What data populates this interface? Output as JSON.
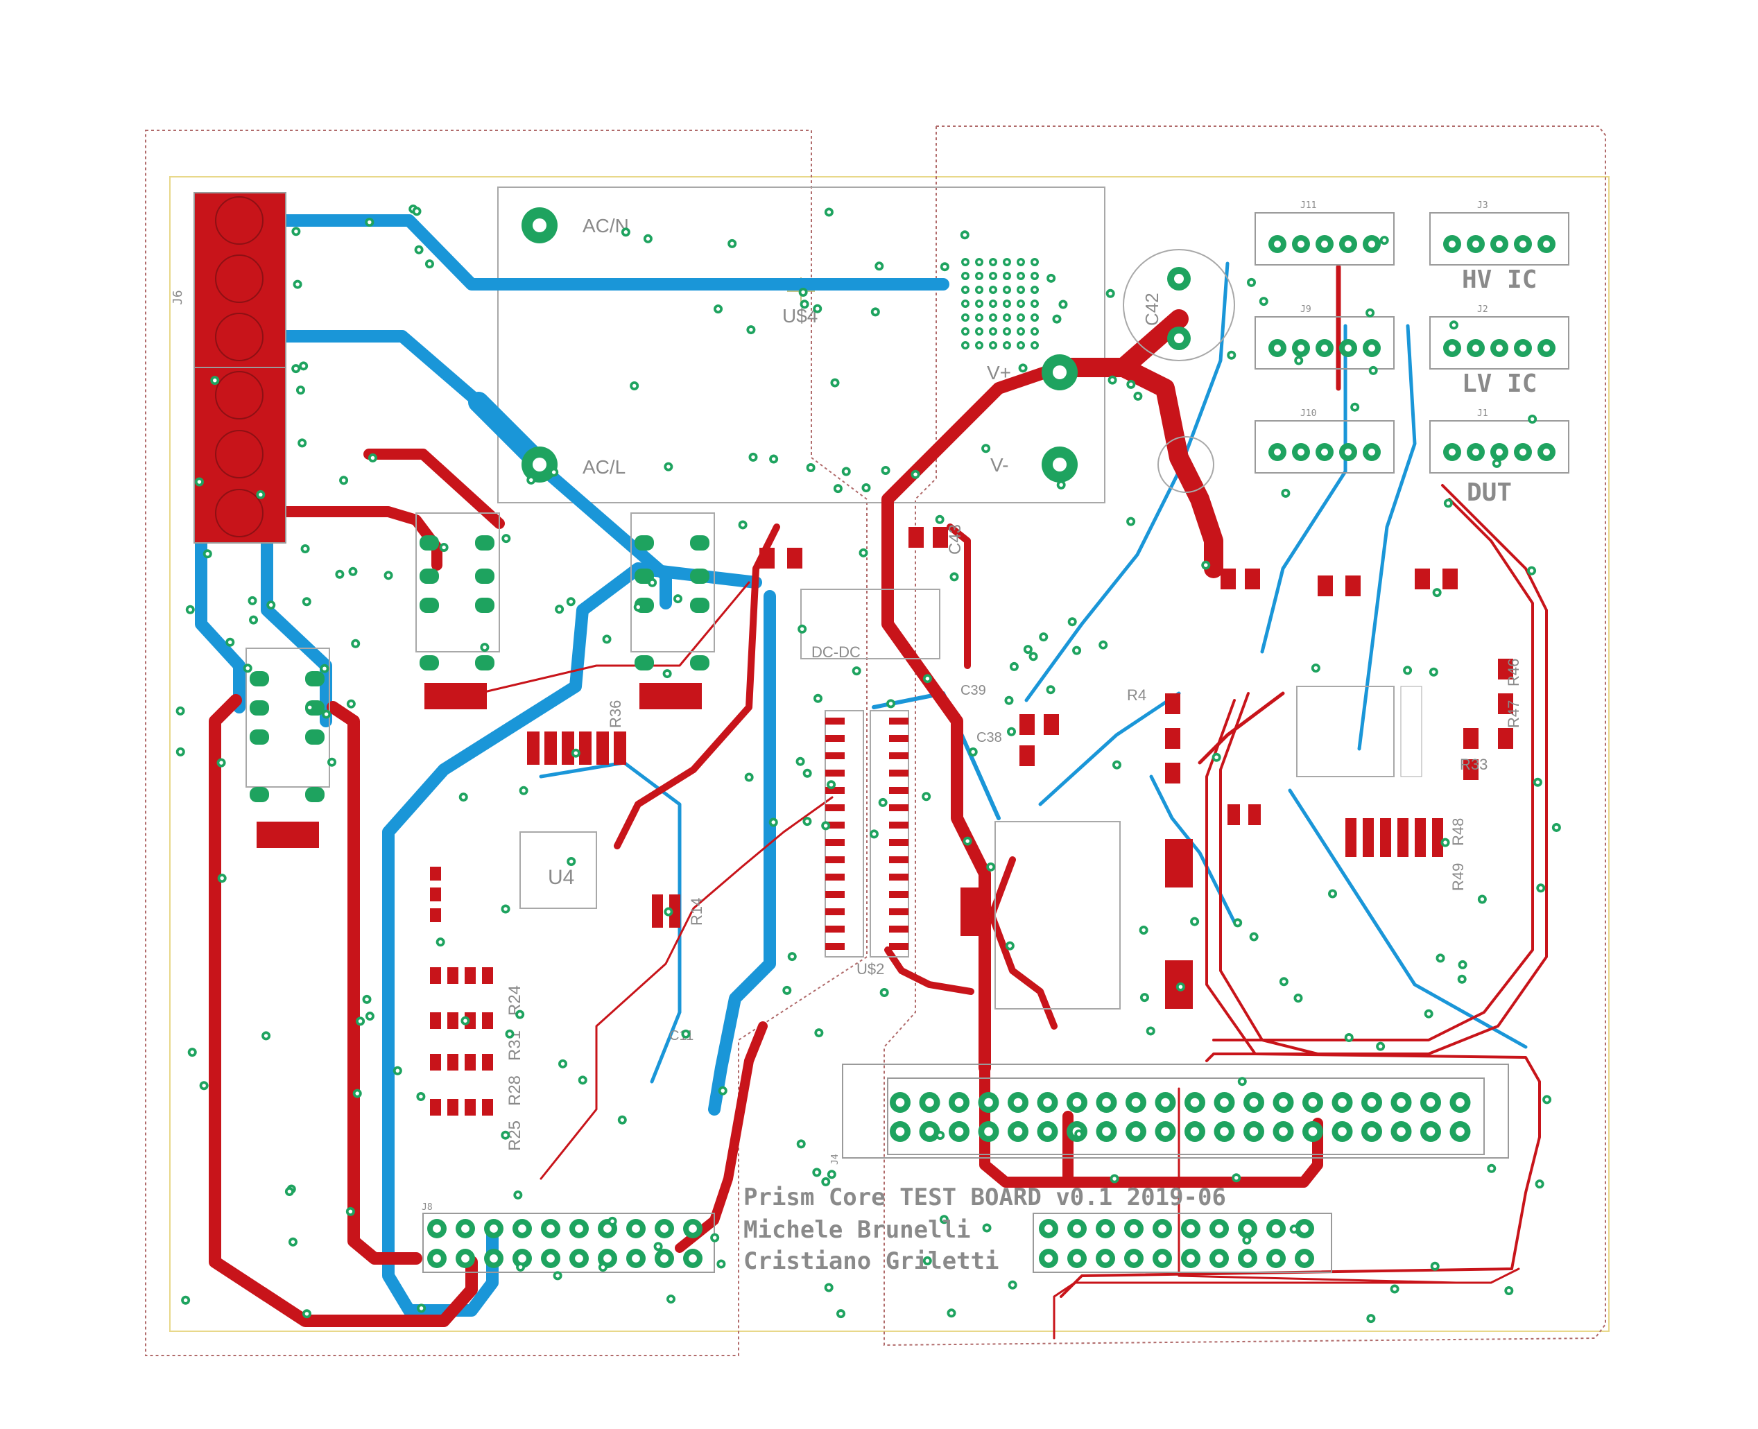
{
  "colors": {
    "top_copper": "#c8141a",
    "bottom_copper": "#1a96d8",
    "pad": "#1ea35f",
    "pad_hole": "#ffffff",
    "silkscreen": "#8a8a8a",
    "outline": "#b06a6a",
    "board_edge": "#e8d88a"
  },
  "modules": {
    "ac_n": "AC/N",
    "ac_l": "AC/L",
    "vplus": "V+",
    "vminus": "V-",
    "us4": "U$4",
    "us2": "U$2",
    "dcdc": "DC-DC",
    "u4": "U4",
    "c42": "C42",
    "c43": "C43",
    "c39": "C39",
    "c38": "C38",
    "c11": "C11"
  },
  "connectors": {
    "j6": "J6",
    "j11": "J11",
    "j3": "J3",
    "j9": "J9",
    "j2": "J2",
    "j10": "J10",
    "j1": "J1",
    "j4": "J4",
    "j8": "J8",
    "hv_ic": "HV IC",
    "lv_ic": "LV IC",
    "dut": "DUT"
  },
  "resistors": {
    "r24": "R24",
    "r31": "R31",
    "r28": "R28",
    "r25": "R25",
    "r14": "R14",
    "r36": "R36",
    "r47": "R47",
    "r46": "R46",
    "r49": "R49",
    "r48": "R48",
    "r33": "R33",
    "r4": "R4"
  },
  "credits": {
    "line1": "Prism Core TEST BOARD v0.1 2019-06",
    "line2": "Michele Brunelli",
    "line3": "Cristiano Griletti"
  }
}
